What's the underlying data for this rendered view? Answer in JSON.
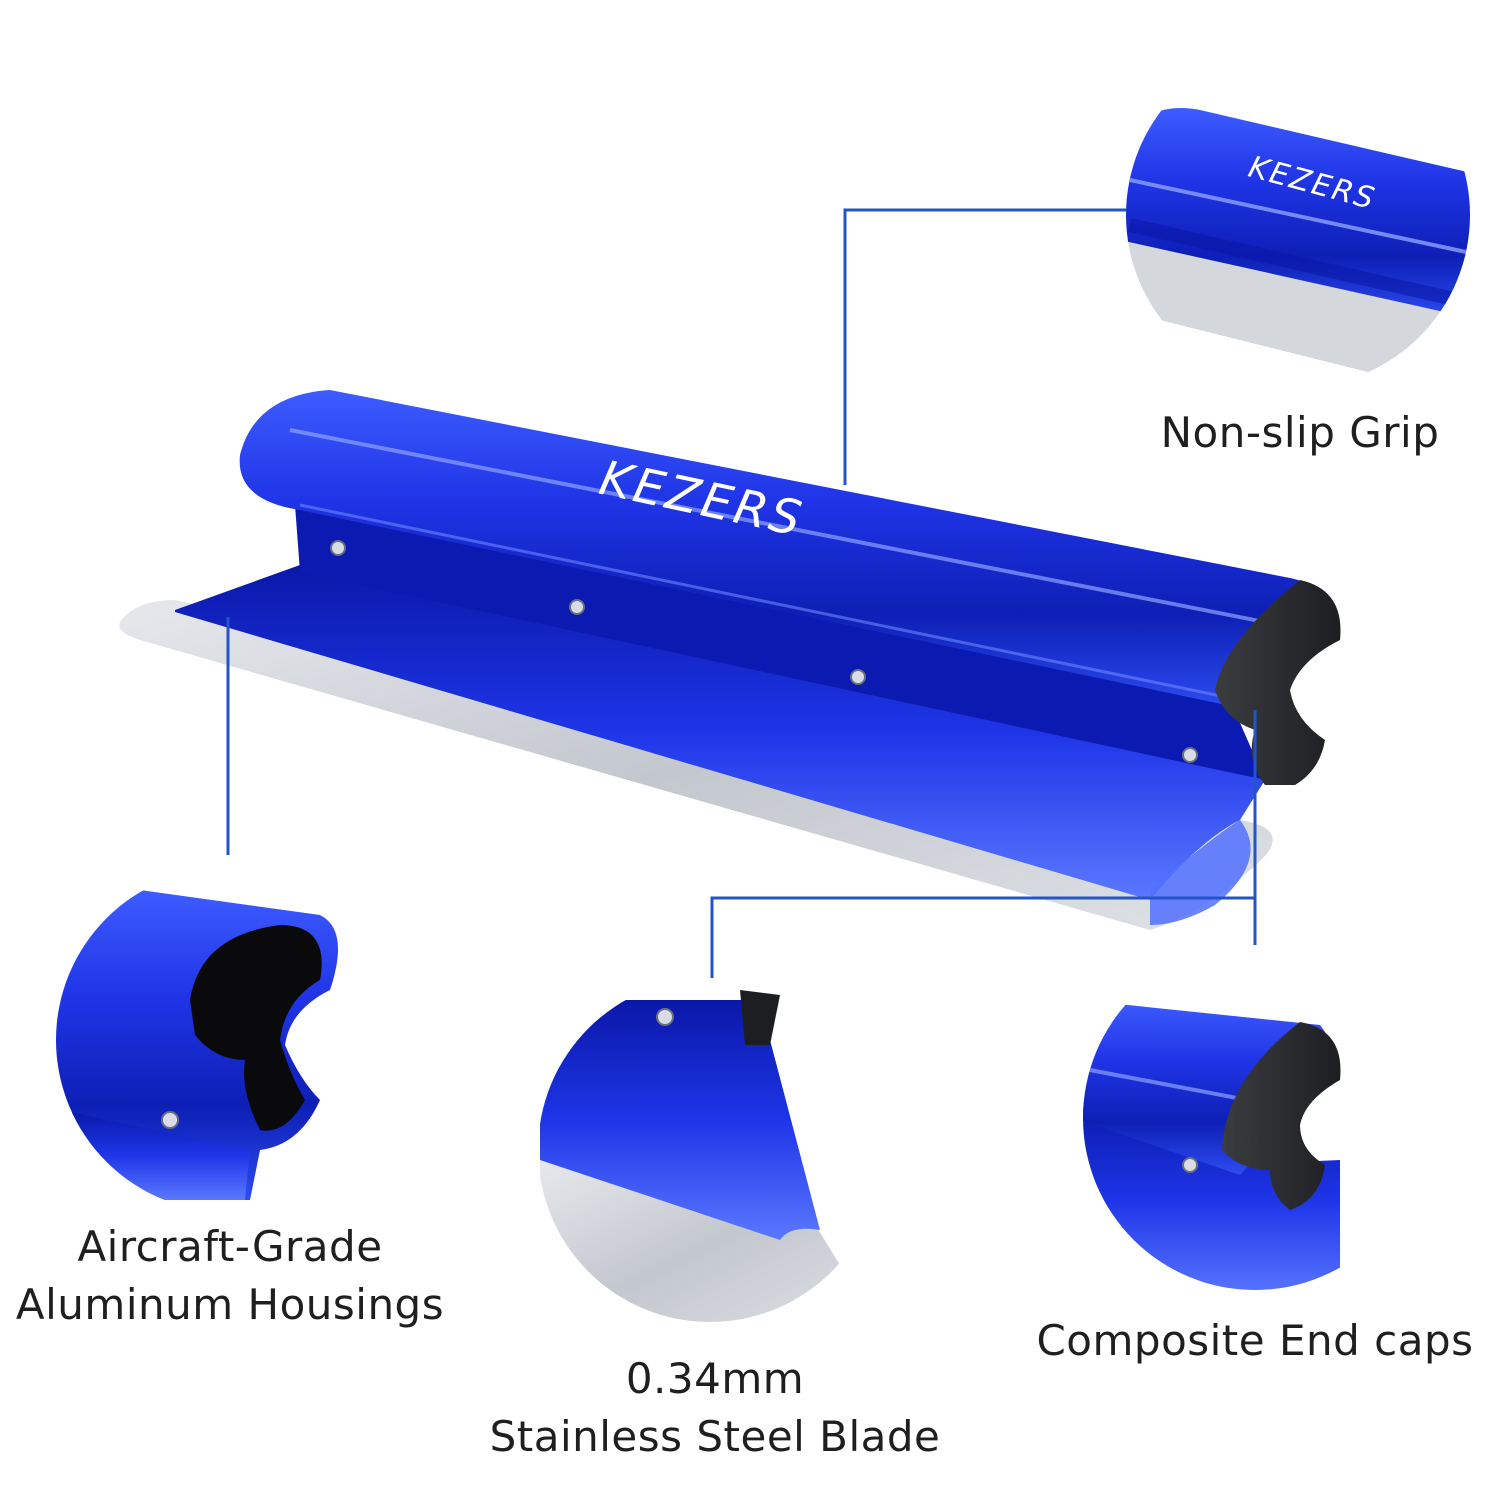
{
  "brand": "KEZERS",
  "features": {
    "grip": {
      "label": "Non-slip Grip"
    },
    "housing": {
      "line1": "Aircraft-Grade",
      "line2": "Aluminum Housings"
    },
    "blade": {
      "line1": "0.34mm",
      "line2": "Stainless Steel Blade"
    },
    "endcaps": {
      "label": "Composite End caps"
    }
  },
  "colors": {
    "accent_blue": "#1f3ff0",
    "deep_blue": "#0a1fb8",
    "line_blue": "#2355c9",
    "steel": "#c9cdd4",
    "endcap_black": "#2b2d30"
  }
}
